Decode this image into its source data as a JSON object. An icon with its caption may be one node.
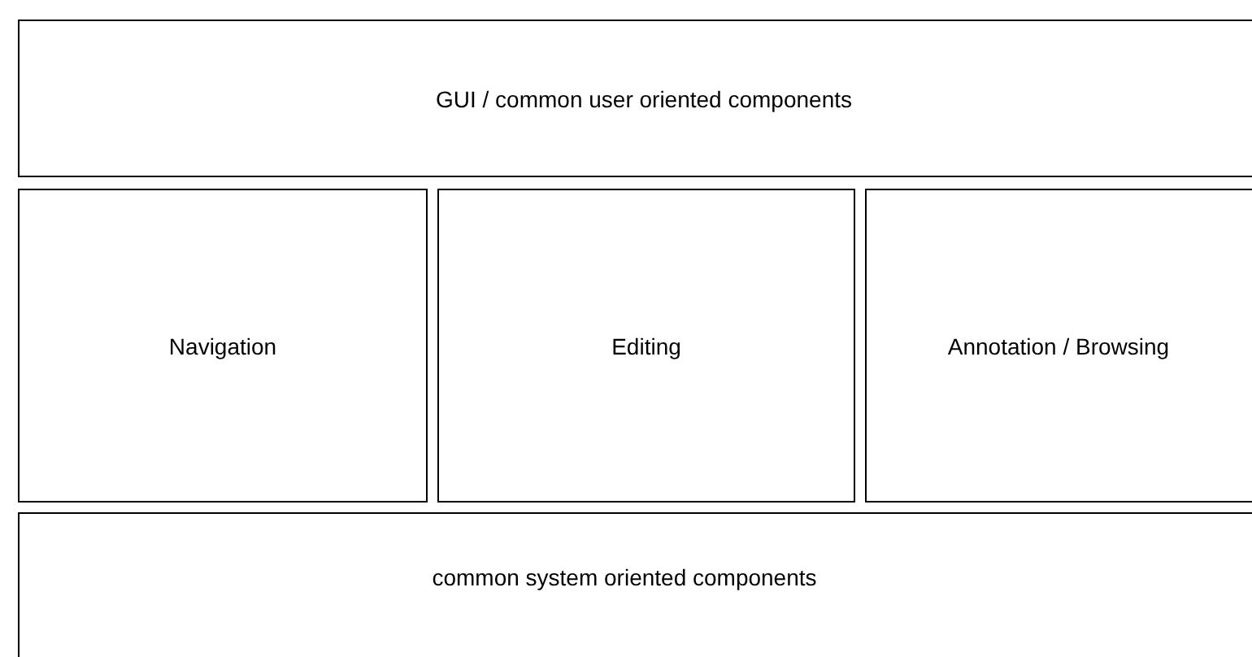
{
  "diagram": {
    "nodes": [
      {
        "text": [
          "GUI / common user oriented components"
        ]
      },
      {
        "text": [
          "Navigation"
        ]
      },
      {
        "text": [
          "Editing"
        ]
      },
      {
        "text": [
          "Annotation / Browsing"
        ]
      },
      {
        "text": [
          "common system oriented components"
        ]
      }
    ]
  }
}
